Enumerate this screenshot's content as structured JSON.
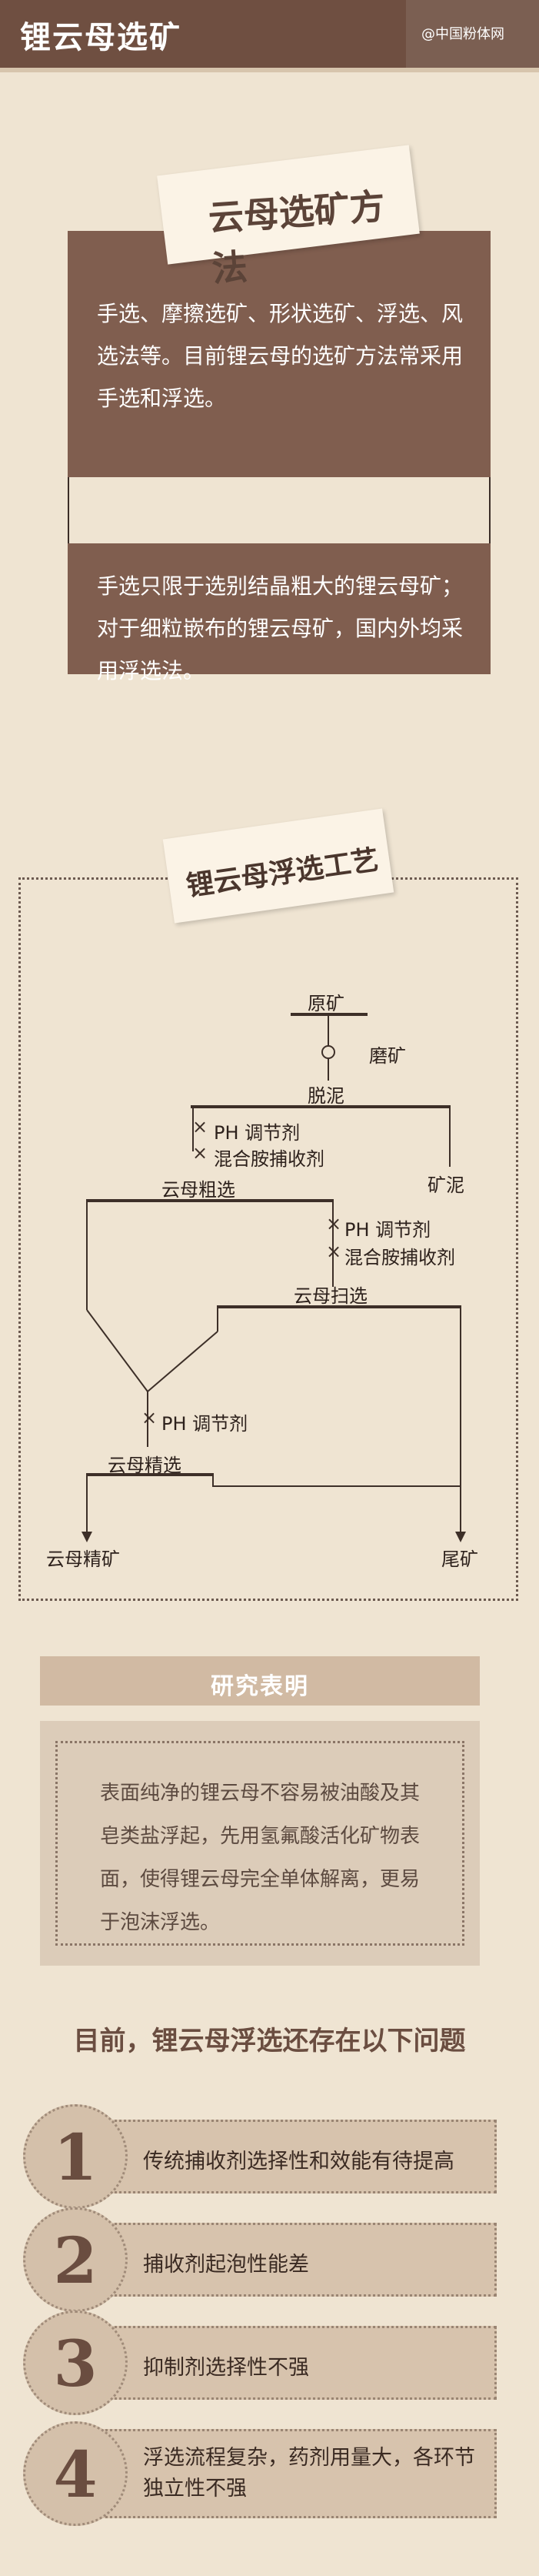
{
  "header": {
    "title": "锂云母选矿",
    "logo": "@中国粉体网",
    "bg_color": "#6f4f41"
  },
  "section_methods": {
    "tag": "云母选矿方法",
    "paragraph1": "手选、摩擦选矿、形状选矿、浮选、风选法等。目前锂云母的选矿方法常采用手选和浮选。",
    "paragraph2": "手选只限于选别结晶粗大的锂云母矿；对于细粒嵌布的锂云母矿，国内外均采用浮选法。"
  },
  "flowchart": {
    "tag": "锂云母浮选工艺",
    "raw_ore": "原矿",
    "grinding": "磨矿",
    "desliming": "脱泥",
    "reagent_ph_1": "PH 调节剂",
    "reagent_amine_1": "混合胺捕收剂",
    "slime": "矿泥",
    "rough": "云母粗选",
    "reagent_ph_2": "PH 调节剂",
    "reagent_amine_2": "混合胺捕收剂",
    "scavenge": "云母扫选",
    "reagent_ph_3": "PH 调节剂",
    "clean": "云母精选",
    "concentrate": "云母精矿",
    "tailings": "尾矿"
  },
  "research": {
    "title": "研究表明",
    "text": "表面纯净的锂云母不容易被油酸及其皂类盐浮起，先用氢氟酸活化矿物表面，使得锂云母完全单体解离，更易于泡沫浮选。"
  },
  "problems": {
    "title": "目前，锂云母浮选还存在以下问题",
    "items": [
      {
        "num": "1",
        "text": "传统捕收剂选择性和效能有待提高"
      },
      {
        "num": "2",
        "text": "捕收剂起泡性能差"
      },
      {
        "num": "3",
        "text": "抑制剂选择性不强"
      },
      {
        "num": "4",
        "text": "浮选流程复杂，药剂用量大，各环节独立性不强"
      }
    ]
  }
}
